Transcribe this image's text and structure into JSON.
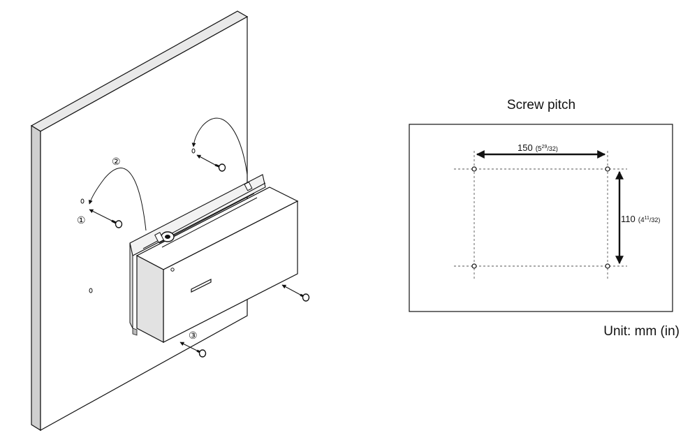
{
  "diagram": {
    "steps": {
      "step1": "①",
      "step2": "②",
      "step3": "③"
    },
    "screw_pitch": {
      "title": "Screw pitch",
      "width_value": "150",
      "width_fraction": "(529/32)",
      "width_whole": "5",
      "width_num": "29",
      "width_den": "/32)",
      "height_value": "110",
      "height_whole": "4",
      "height_num": "11",
      "height_den": "/32)",
      "unit": "Unit: mm (in)"
    }
  }
}
